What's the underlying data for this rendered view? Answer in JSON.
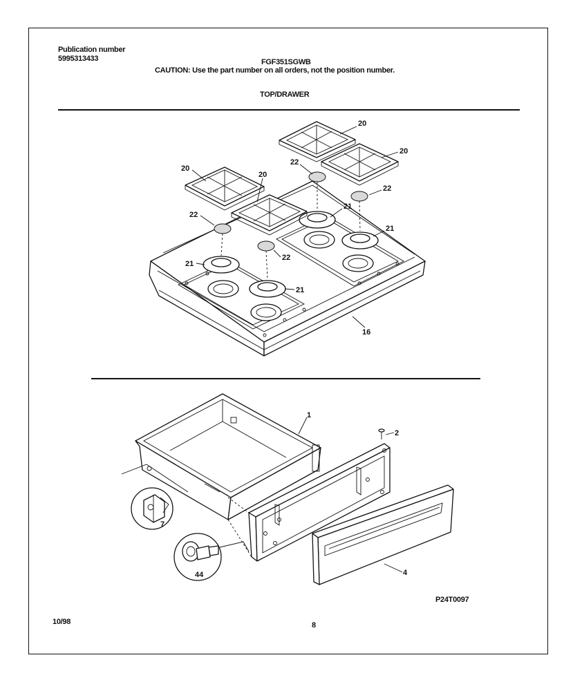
{
  "header": {
    "publication_label": "Publication number",
    "publication_number": "5995313433",
    "model": "FGF351SGWB",
    "caution": "CAUTION:  Use the part number on all orders, not the position number.",
    "section_title": "TOP/DRAWER"
  },
  "callouts": {
    "grate_a": "20",
    "grate_b": "20",
    "grate_c": "20",
    "grate_d": "20",
    "cap_a": "22",
    "cap_b": "22",
    "cap_c": "22",
    "cap_d": "22",
    "head_a": "21",
    "head_b": "21",
    "head_c": "21",
    "head_d": "21",
    "top": "16",
    "drawer": "1",
    "screw": "2",
    "panel": "4",
    "clip": "7",
    "roller": "44"
  },
  "footer": {
    "drawing_id": "P24T0097",
    "date": "10/98",
    "page": "8"
  }
}
